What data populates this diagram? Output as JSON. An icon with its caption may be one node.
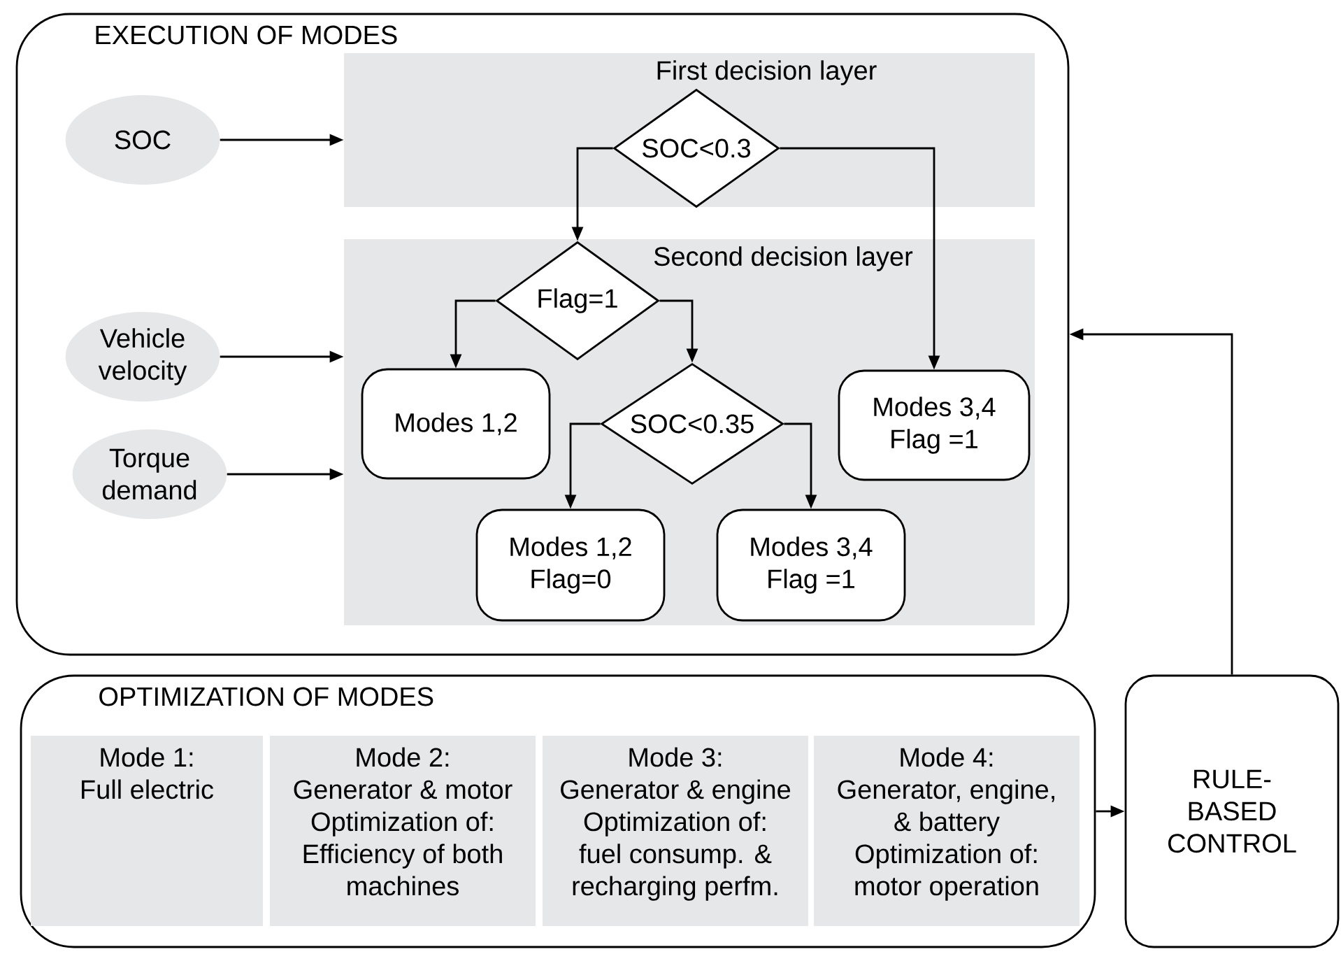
{
  "diagram": {
    "nodes": [
      {
        "text": [
          "EXECUTION OF MODES"
        ]
      },
      {
        "text": [
          "First decision layer"
        ],
        "in": 0
      },
      {
        "text": [
          "Second decision layer"
        ],
        "in": 0
      },
      {
        "text": [
          "SOC"
        ],
        "in": 0
      },
      {
        "text": [
          "Vehicle velocity"
        ],
        "in": 0
      },
      {
        "text": [
          "Torque demand"
        ],
        "in": 0
      },
      {
        "text": [
          "SOC<0.3"
        ],
        "in": 1
      },
      {
        "text": [
          "Flag=1"
        ],
        "in": 2
      },
      {
        "text": [
          "Modes 1,2"
        ],
        "in": 2
      },
      {
        "text": [
          "SOC<0.35"
        ],
        "in": 2
      },
      {
        "text": [
          "Modes 1,2",
          "Flag=0"
        ],
        "in": 2
      },
      {
        "text": [
          "Modes 3,4",
          "Flag =1"
        ],
        "in": 2
      },
      {
        "text": [
          "Modes 3,4",
          "Flag =1"
        ],
        "in": 2
      },
      {
        "text": [
          "OPTIMIZATION OF MODES"
        ]
      },
      {
        "text": [
          "Mode 1:",
          "Full electric"
        ],
        "in": 13
      },
      {
        "text": [
          "Mode 2:",
          "Generator & motor",
          "Optimization of:",
          "Efficiency of both machines"
        ],
        "in": 13
      },
      {
        "text": [
          "Mode 3:",
          "Generator & engine",
          "Optimization of:",
          "fuel consump. & recharging perfm."
        ],
        "in": 13
      },
      {
        "text": [
          "Mode 4:",
          "Generator, engine, & battery",
          "Optimization of:",
          "motor operation"
        ],
        "in": 13
      },
      {
        "text": [
          "RULE-BASED CONTROL"
        ]
      }
    ],
    "edges": [
      {
        "from": 3,
        "to": 1,
        "arrow": "to"
      },
      {
        "from": 4,
        "to": 2,
        "arrow": "to"
      },
      {
        "from": 5,
        "to": 2,
        "arrow": "to"
      },
      {
        "from": 6,
        "to": 7,
        "arrow": "to"
      },
      {
        "from": 6,
        "to": 12,
        "arrow": "to"
      },
      {
        "from": 7,
        "to": 8,
        "arrow": "to"
      },
      {
        "from": 7,
        "to": 9,
        "arrow": "to"
      },
      {
        "from": 9,
        "to": 10,
        "arrow": "to"
      },
      {
        "from": 9,
        "to": 11,
        "arrow": "to"
      },
      {
        "from": 13,
        "to": 18,
        "arrow": "to"
      },
      {
        "from": 18,
        "to": 0,
        "arrow": "to"
      }
    ]
  }
}
